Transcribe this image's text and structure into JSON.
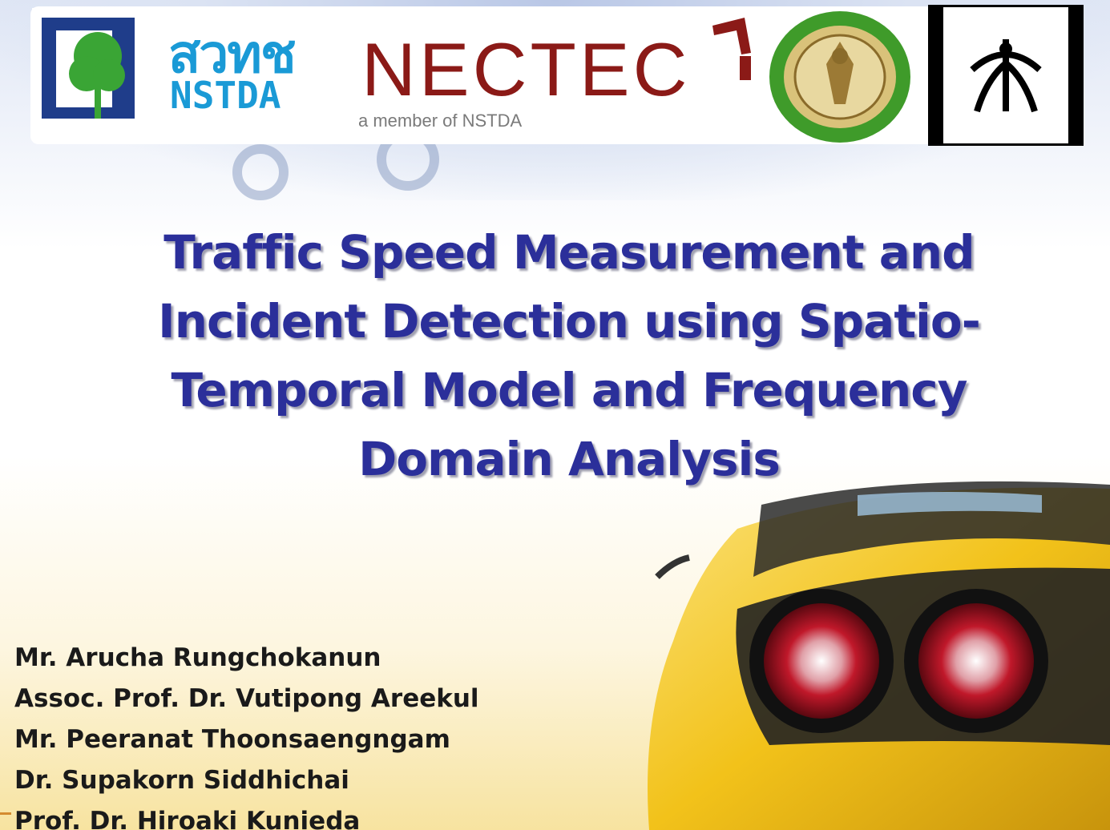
{
  "logos": {
    "nstda_thai": "สวทช",
    "nstda_en": "NSTDA",
    "nectec": "NECTEC",
    "nectec_tagline": "a member of NSTDA"
  },
  "title_lines": [
    "Traffic Speed Measurement and",
    "Incident Detection using Spatio-",
    "Temporal Model and Frequency",
    "Domain Analysis"
  ],
  "authors": [
    "Mr. Arucha Rungchokanun",
    "Assoc. Prof. Dr. Vutipong Areekul",
    "Mr. Peeranat Thoonsaengngam",
    "Dr. Supakorn Siddhichai",
    "Prof. Dr. Hiroaki Kunieda"
  ],
  "colors": {
    "title": "#2b2f9a",
    "nstda_blue": "#1a9ad6",
    "nectec_red": "#8b1a17",
    "car_yellow": "#f2c21a"
  }
}
